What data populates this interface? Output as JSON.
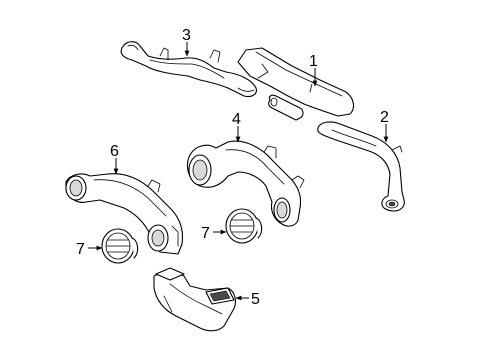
{
  "callouts": [
    {
      "number": "1"
    },
    {
      "number": "2"
    },
    {
      "number": "3"
    },
    {
      "number": "4"
    },
    {
      "number": "5"
    },
    {
      "number": "6"
    },
    {
      "number": "7"
    },
    {
      "number": "7"
    }
  ]
}
